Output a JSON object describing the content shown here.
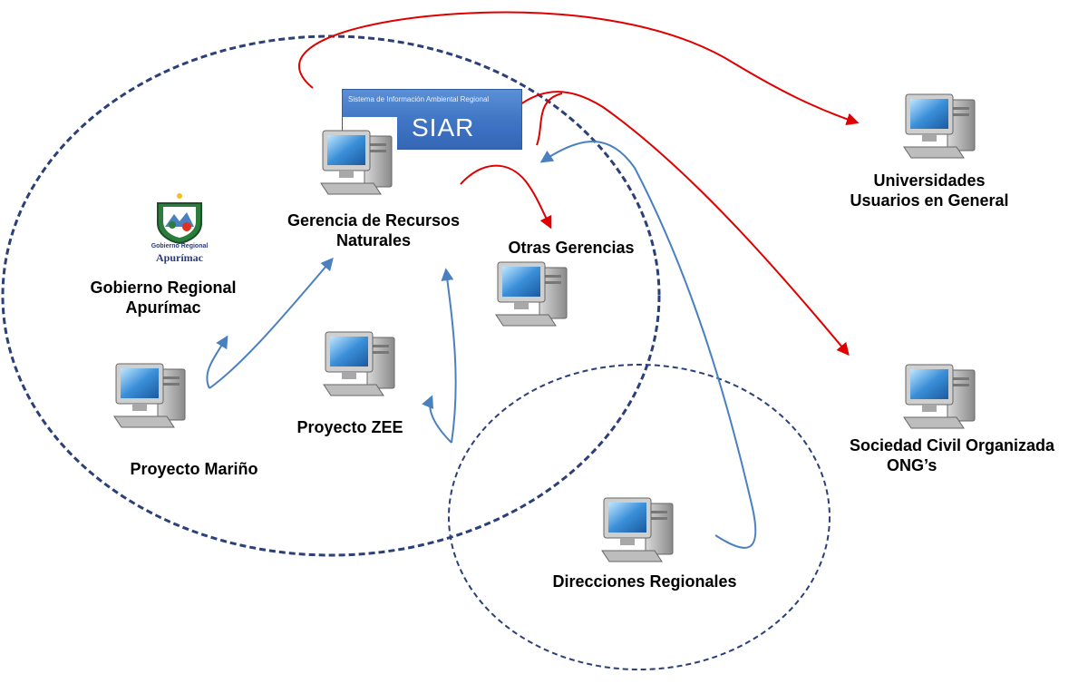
{
  "siar": {
    "subtitle": "Sistema de Información Ambiental Regional",
    "title": "SIAR"
  },
  "logo": {
    "line1": "Gobierno Regional",
    "line2": "Apurímac"
  },
  "nodes": {
    "gerencia": {
      "line1": "Gerencia de Recursos",
      "line2": "Naturales"
    },
    "gobierno": {
      "line1": "Gobierno Regional",
      "line2": "Apurímac"
    },
    "otras": {
      "label": "Otras Gerencias"
    },
    "zee": {
      "label": "Proyecto ZEE"
    },
    "marino": {
      "label": "Proyecto Mariño"
    },
    "direcciones": {
      "label": "Direcciones Regionales"
    },
    "universidades": {
      "line1": "Universidades",
      "line2": "Usuarios en General"
    },
    "sociedad": {
      "line1": "Sociedad Civil Organizada",
      "line2": "ONG’s"
    }
  },
  "colors": {
    "outflow_arrow": "#e00000",
    "inflow_arrow": "#4a7fc0",
    "boundary": "#2b3f78",
    "monitor": "#3a8fd8"
  }
}
